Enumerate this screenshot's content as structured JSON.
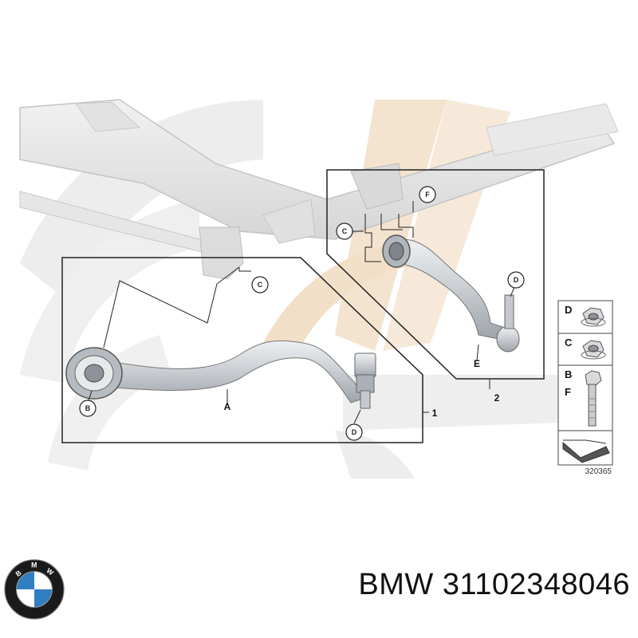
{
  "diagram": {
    "callouts": {
      "A": "A",
      "B": "B",
      "C1": "C",
      "C2": "C",
      "D1": "D",
      "D2": "D",
      "E": "E",
      "F": "F"
    },
    "assembly_numbers": {
      "one": "1",
      "two": "2"
    },
    "legend": {
      "items": [
        {
          "letters": [
            "D"
          ],
          "icon": "flange-nut-icon"
        },
        {
          "letters": [
            "C"
          ],
          "icon": "flange-nut-icon"
        },
        {
          "letters": [
            "B",
            "F"
          ],
          "icon": "hex-bolt-icon"
        }
      ],
      "arrow_icon": "directional-arrow-icon"
    },
    "reference_number": "320365"
  },
  "footer": {
    "logo_text": "BMW",
    "brand_part": "BMW 31102348046"
  },
  "colors": {
    "background": "#ffffff",
    "watermark_gray": "#ececec",
    "watermark_peach": "#f3e3cf",
    "line": "#222222",
    "part_metal": "#cfd2d6"
  }
}
